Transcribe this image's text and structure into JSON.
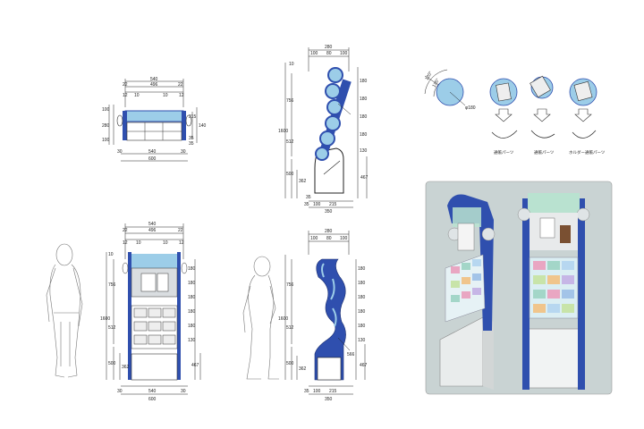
{
  "top_view": {
    "dims_top": [
      "540",
      "496",
      "22",
      "22",
      "12",
      "10",
      "10",
      "12"
    ],
    "dims_left": [
      "100",
      "280",
      "100"
    ],
    "dims_right": [
      "215",
      "140",
      "35",
      "35"
    ],
    "dims_bottom": [
      "30",
      "540",
      "30",
      "600"
    ]
  },
  "side_view_top": {
    "dims_top": [
      "280",
      "100",
      "80",
      "100"
    ],
    "dims_left": [
      "1600",
      "756",
      "512",
      "500",
      "362",
      "35"
    ],
    "dims_right": [
      "180",
      "180",
      "180",
      "180",
      "130",
      "467"
    ],
    "dims_bottom": [
      "35",
      "100",
      "215",
      "350"
    ],
    "small_label": "10"
  },
  "rotation_diagram": {
    "labels": [
      "120°",
      "135°",
      "φ180"
    ]
  },
  "holders": {
    "labels": [
      "通帳パーツ",
      "通帳パーツ",
      "ホルダー通帳パーツ"
    ]
  },
  "front_view": {
    "dims_top": [
      "540",
      "496",
      "22",
      "22",
      "12",
      "10",
      "10",
      "12",
      "10"
    ],
    "dims_left": [
      "1600",
      "756",
      "512",
      "500",
      "362"
    ],
    "dims_right": [
      "180",
      "180",
      "180",
      "180",
      "180",
      "130",
      "467"
    ],
    "dims_bottom": [
      "30",
      "540",
      "30",
      "600"
    ]
  },
  "side_view_bottom": {
    "dims_top": [
      "280",
      "100",
      "80",
      "100"
    ],
    "dims_left": [
      "1600",
      "756",
      "512",
      "500",
      "362"
    ],
    "dims_right": [
      "180",
      "180",
      "180",
      "180",
      "180",
      "130",
      "467",
      "566"
    ],
    "dims_bottom": [
      "35",
      "100",
      "215",
      "350"
    ]
  },
  "colors": {
    "frame_blue": "#2f4fae",
    "light_blue": "#9ccde8",
    "panel_gray": "#d9dde0",
    "render_bg": "#c9d3d3"
  }
}
